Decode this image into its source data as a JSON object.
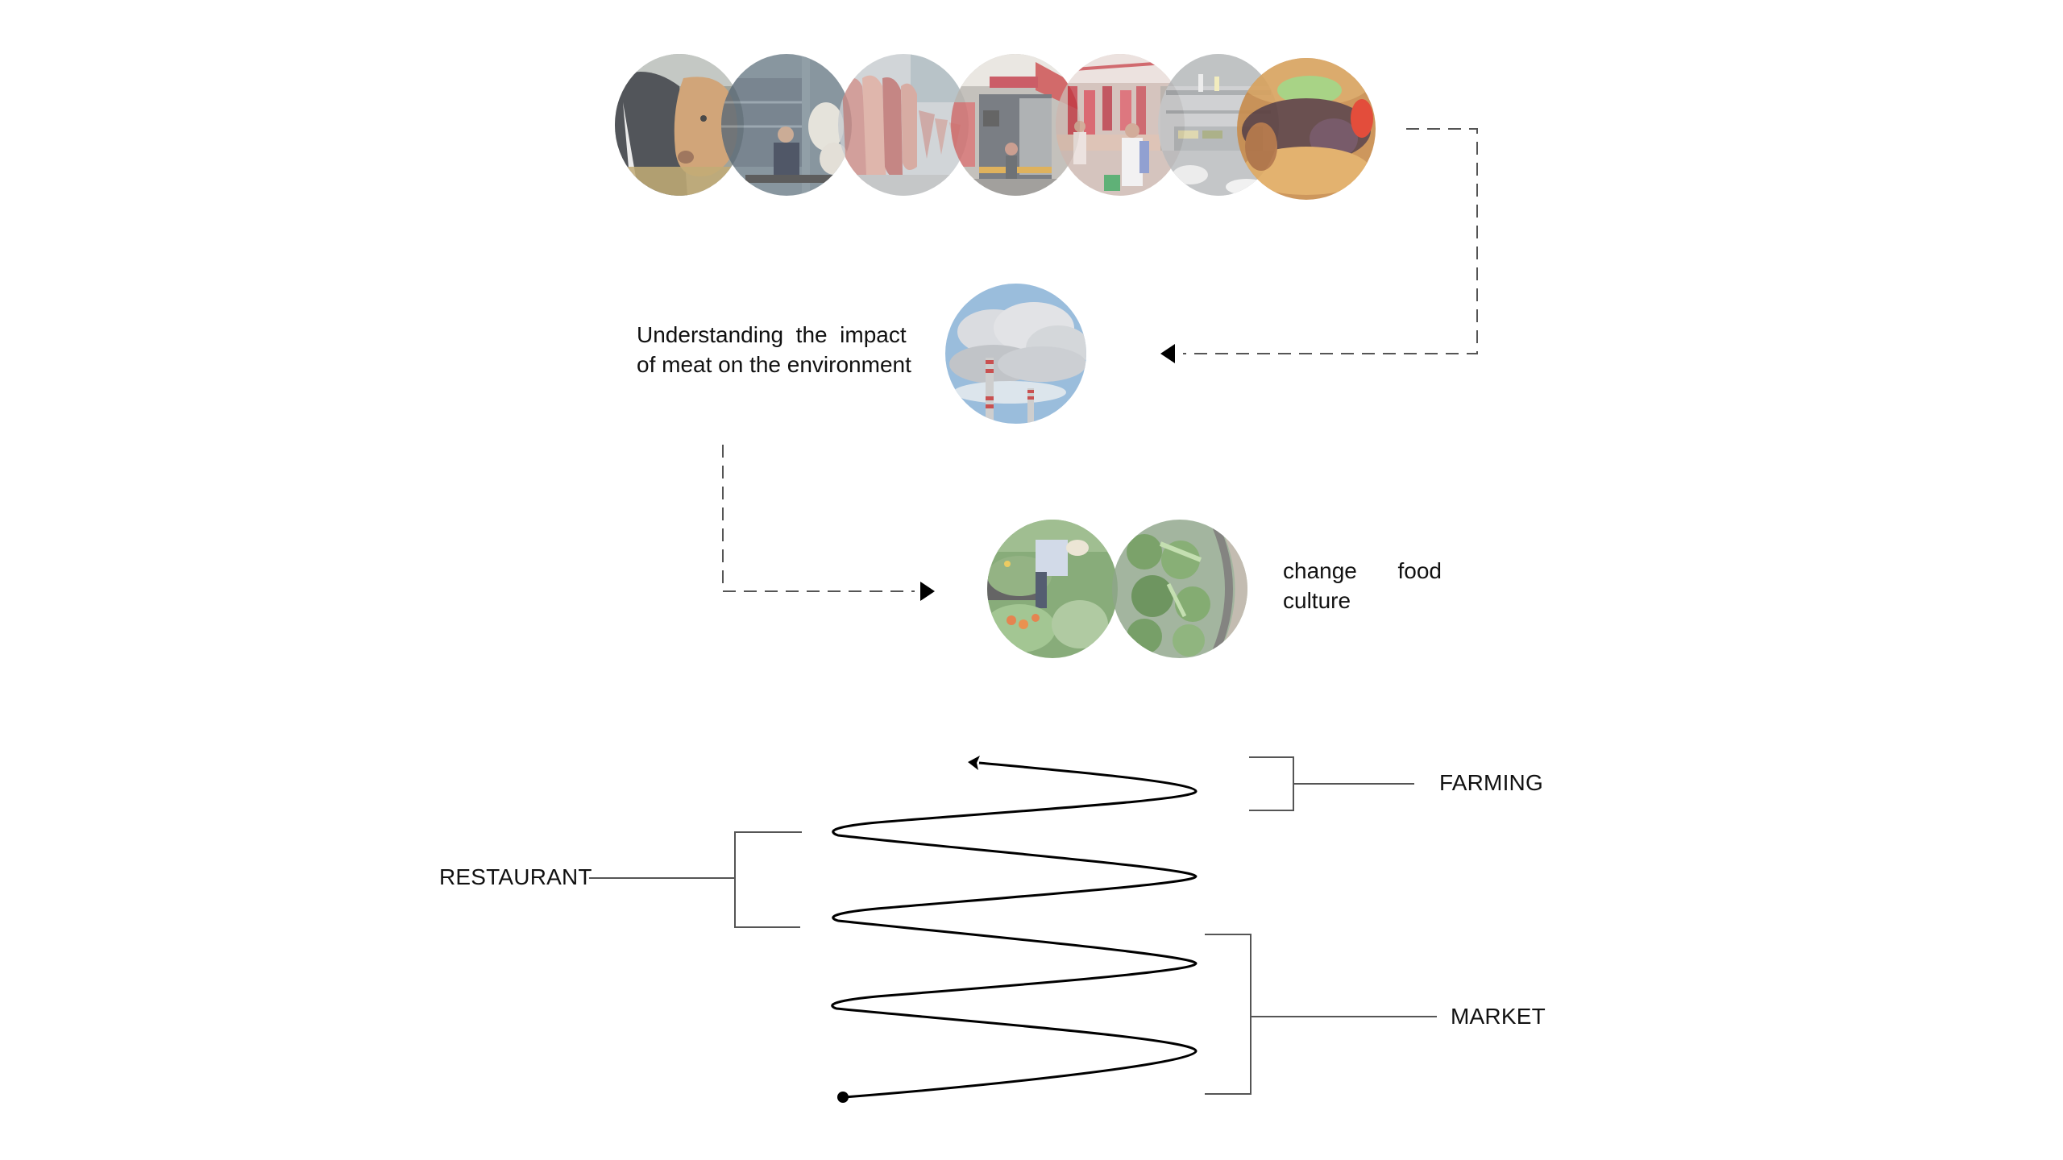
{
  "diagram": {
    "top_row": {
      "images": [
        {
          "name": "cattle-farm",
          "subject": "cows feeding"
        },
        {
          "name": "livestock-transport",
          "subject": "man unloading animals from truck"
        },
        {
          "name": "slaughterhouse",
          "subject": "hanging meat carcasses"
        },
        {
          "name": "meat-delivery",
          "subject": "delivery truck with Chinese sign"
        },
        {
          "name": "wet-market",
          "subject": "butcher stall at market"
        },
        {
          "name": "restaurant-kitchen",
          "subject": "commercial kitchen"
        },
        {
          "name": "meat-dish",
          "subject": "meat sandwich"
        }
      ]
    },
    "environment": {
      "caption_line1": "Understanding  the  impact",
      "caption_line2": "of meat on the environment",
      "image": {
        "name": "smokestacks",
        "subject": "smoking chimneys"
      }
    },
    "change": {
      "caption_line1_word1": "change",
      "caption_line1_word2": "food",
      "caption_line2": "culture",
      "images": [
        {
          "name": "urban-garden",
          "subject": "person tending vegetable garden"
        },
        {
          "name": "broccoli-dish",
          "subject": "roasted broccoli in bowl"
        }
      ]
    },
    "spiral": {
      "labels": {
        "farming": "FARMING",
        "restaurant": "RESTAURANT",
        "market": "MARKET"
      }
    },
    "colors": {
      "line": "#000000",
      "dash": "#555555",
      "bracket": "#555555"
    }
  }
}
